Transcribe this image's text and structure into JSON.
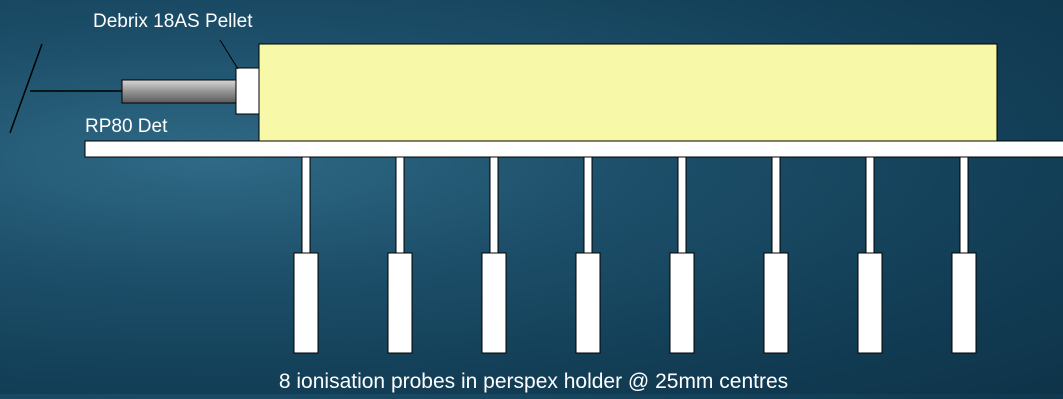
{
  "diagram": {
    "labels": {
      "pellet": "Debrix 18AS Pellet",
      "detonator": "RP80 Det",
      "probes": "8 ionisation probes in perspex holder @ 25mm centres"
    },
    "probes": {
      "count": 8,
      "spacing_mm": 25
    },
    "colors": {
      "background": "#1d4f6a",
      "charge_fill": "#f7f8a8",
      "detonator_fill": "#8c8c8c",
      "line": "#000000",
      "text": "#ffffff"
    }
  }
}
